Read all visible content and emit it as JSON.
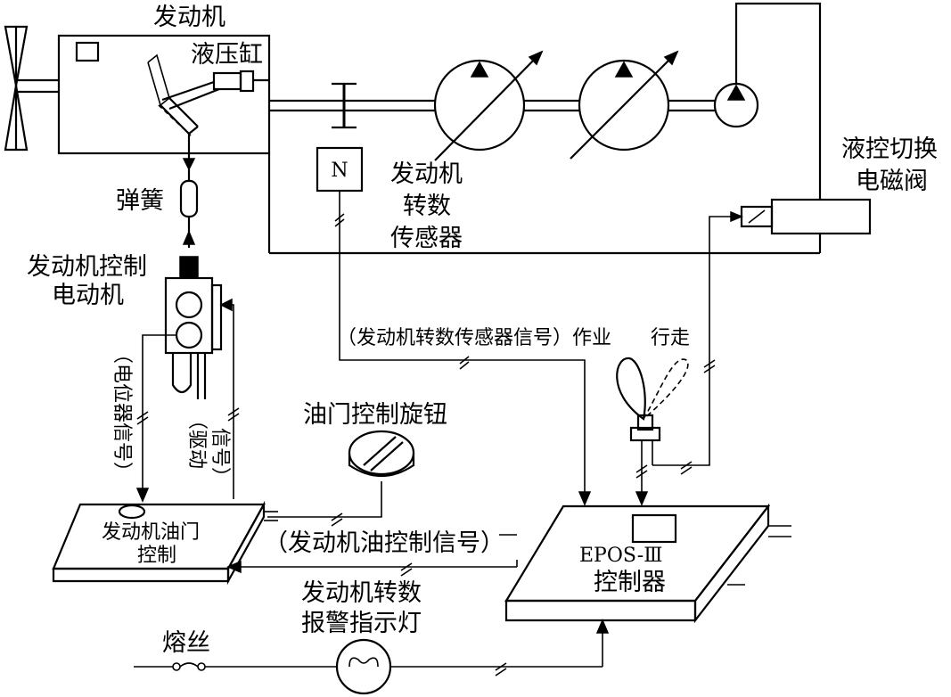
{
  "diagram": {
    "labels": {
      "engine": "发动机",
      "hydraulic_cylinder": "液压缸",
      "spring": "弹簧",
      "engine_control_motor_l1": "发动机控制",
      "engine_control_motor_l2": "电动机",
      "speed_sensor_l1": "发动机",
      "speed_sensor_l2": "转数",
      "speed_sensor_l3": "传感器",
      "switch_valve_l1": "液控切换",
      "switch_valve_l2": "电磁阀",
      "sensor_symbol": "N",
      "speed_sensor_signal": "（发动机转数传感器信号）作业",
      "travel": "行走",
      "potentiometer_signal": "（电位器信号）",
      "drive_signal_l1": "（驱动",
      "drive_signal_l2": "信号）",
      "throttle_knob": "油门控制旋钮",
      "throttle_control_l1": "发动机油门",
      "throttle_control_l2": "控制",
      "throttle_signal": "（发动机油控制信号）",
      "controller_l1": "EPOS-Ⅲ",
      "controller_l2": "控制器",
      "alarm_lamp_l1": "发动机转数",
      "alarm_lamp_l2": "报警指示灯",
      "fuse": "熔丝"
    }
  }
}
